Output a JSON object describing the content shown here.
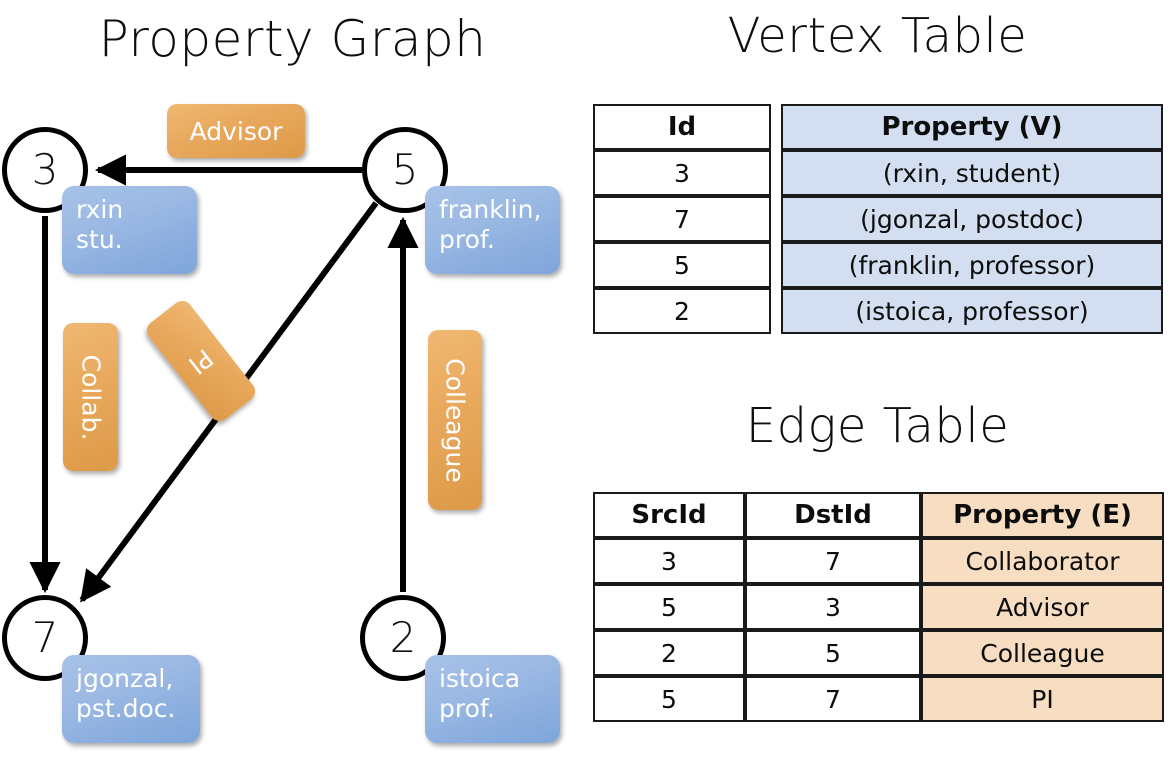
{
  "titles": {
    "property_graph": "Property Graph",
    "vertex_table": "Vertex Table",
    "edge_table": "Edge Table"
  },
  "colors": {
    "vertex_property_fill": "#d3dff1",
    "edge_property_fill": "#f7ddc2",
    "node_callout_blue": "#8fb2e2",
    "edge_tag_orange": "#e8a85c",
    "stroke": "#000000"
  },
  "graph": {
    "nodes": [
      {
        "id": "3",
        "property_line1": "rxin",
        "property_line2": "stu."
      },
      {
        "id": "5",
        "property_line1": "franklin,",
        "property_line2": "prof."
      },
      {
        "id": "7",
        "property_line1": "jgonzal,",
        "property_line2": "pst.doc."
      },
      {
        "id": "2",
        "property_line1": "istoica",
        "property_line2": "prof."
      }
    ],
    "edge_labels": [
      {
        "name": "advisor",
        "text": "Advisor"
      },
      {
        "name": "collab",
        "text": "Collab."
      },
      {
        "name": "pi",
        "text": "PI"
      },
      {
        "name": "colleague",
        "text": "Colleague"
      }
    ],
    "edges": [
      {
        "from": "5",
        "to": "3",
        "label": "Advisor"
      },
      {
        "from": "3",
        "to": "7",
        "label": "Collab."
      },
      {
        "from": "5",
        "to": "7",
        "label": "PI"
      },
      {
        "from": "2",
        "to": "5",
        "label": "Colleague"
      }
    ]
  },
  "vertex_table": {
    "headers": [
      "Id",
      "Property (V)"
    ],
    "rows": [
      {
        "id": "3",
        "property": "(rxin, student)"
      },
      {
        "id": "7",
        "property": "(jgonzal, postdoc)"
      },
      {
        "id": "5",
        "property": "(franklin, professor)"
      },
      {
        "id": "2",
        "property": "(istoica, professor)"
      }
    ]
  },
  "edge_table": {
    "headers": [
      "SrcId",
      "DstId",
      "Property (E)"
    ],
    "rows": [
      {
        "src": "3",
        "dst": "7",
        "property": "Collaborator"
      },
      {
        "src": "5",
        "dst": "3",
        "property": "Advisor"
      },
      {
        "src": "2",
        "dst": "5",
        "property": "Colleague"
      },
      {
        "src": "5",
        "dst": "7",
        "property": "PI"
      }
    ]
  }
}
